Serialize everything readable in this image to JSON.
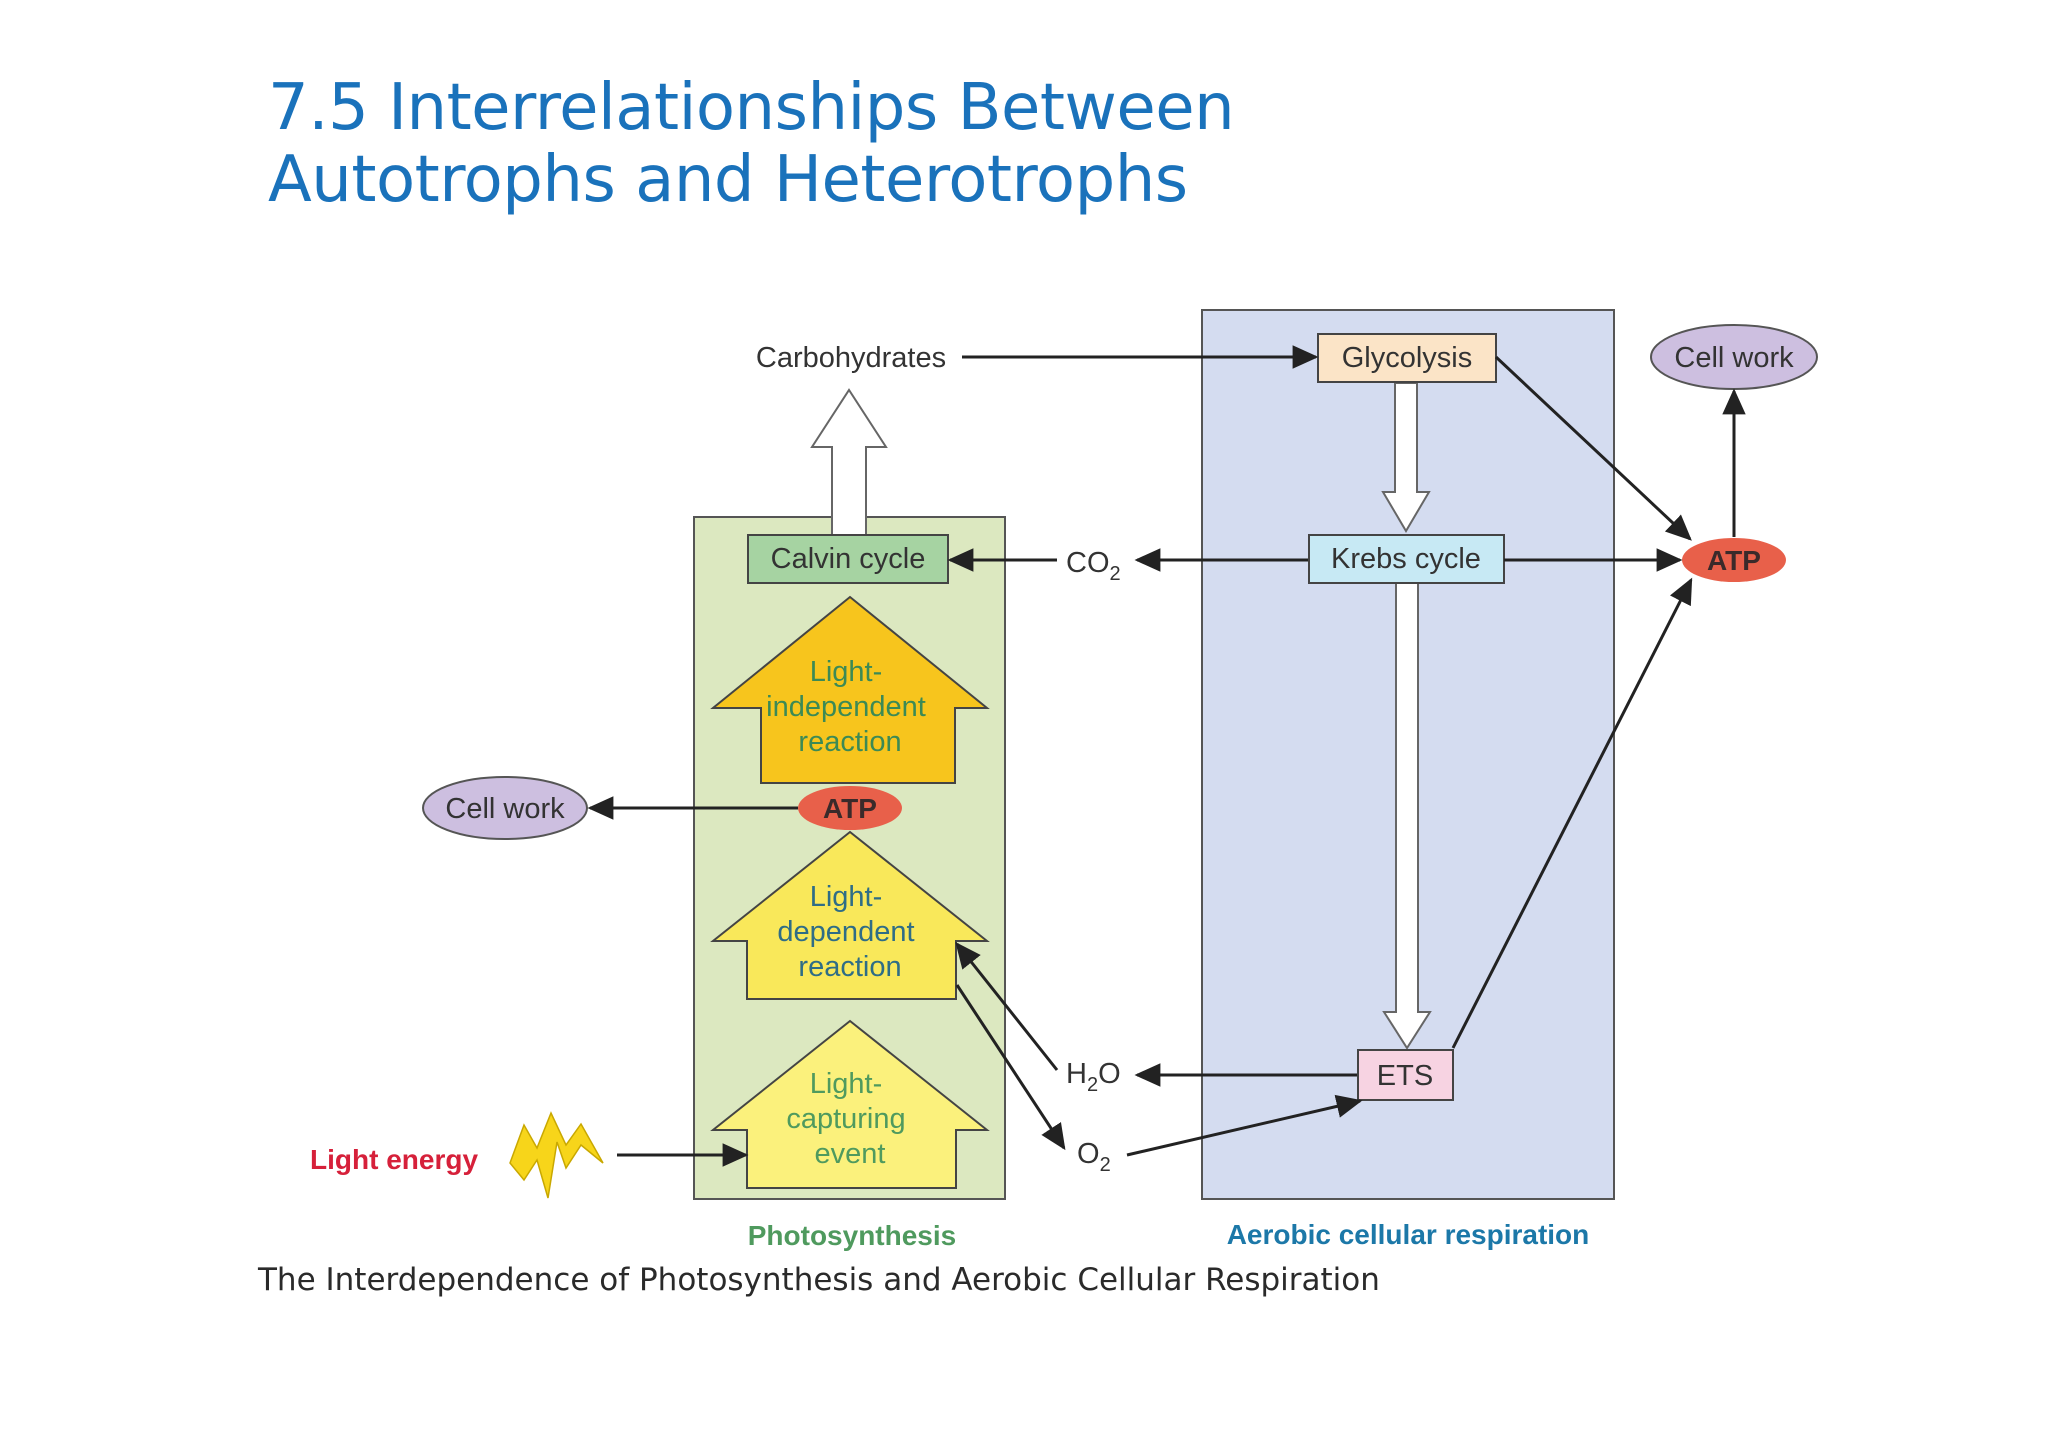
{
  "title": {
    "line1": "7.5 Interrelationships Between",
    "line2": "Autotrophs and Heterotrophs"
  },
  "diagram": {
    "photosynthesis": {
      "label": "Photosynthesis",
      "calvin_cycle": "Calvin cycle",
      "light_independent": [
        "Light-",
        "independent",
        "reaction"
      ],
      "atp": "ATP",
      "light_dependent": [
        "Light-",
        "dependent",
        "reaction"
      ],
      "light_capturing": [
        "Light-",
        "capturing",
        "event"
      ]
    },
    "respiration": {
      "label": "Aerobic cellular respiration",
      "glycolysis": "Glycolysis",
      "krebs_cycle": "Krebs cycle",
      "ets": "ETS"
    },
    "carbohydrates": "Carbohydrates",
    "co2": {
      "base": "CO",
      "sub": "2"
    },
    "h2o": {
      "pre": "H",
      "sub": "2",
      "post": "O"
    },
    "o2": {
      "base": "O",
      "sub": "2"
    },
    "cell_work_left": "Cell work",
    "cell_work_right": "Cell work",
    "atp_right": "ATP",
    "light_energy": "Light energy",
    "colors": {
      "photosynthesis_bg": "#dce8c0",
      "respiration_bg": "#d4dcf0",
      "atp": "#e8604a",
      "cell_work": "#cdbfe0",
      "green_text": "#4f9a5e",
      "blue_text": "#1c78a8",
      "light_energy_text": "#d6203a"
    }
  },
  "caption": "The Interdependence of Photosynthesis and Aerobic Cellular Respiration"
}
